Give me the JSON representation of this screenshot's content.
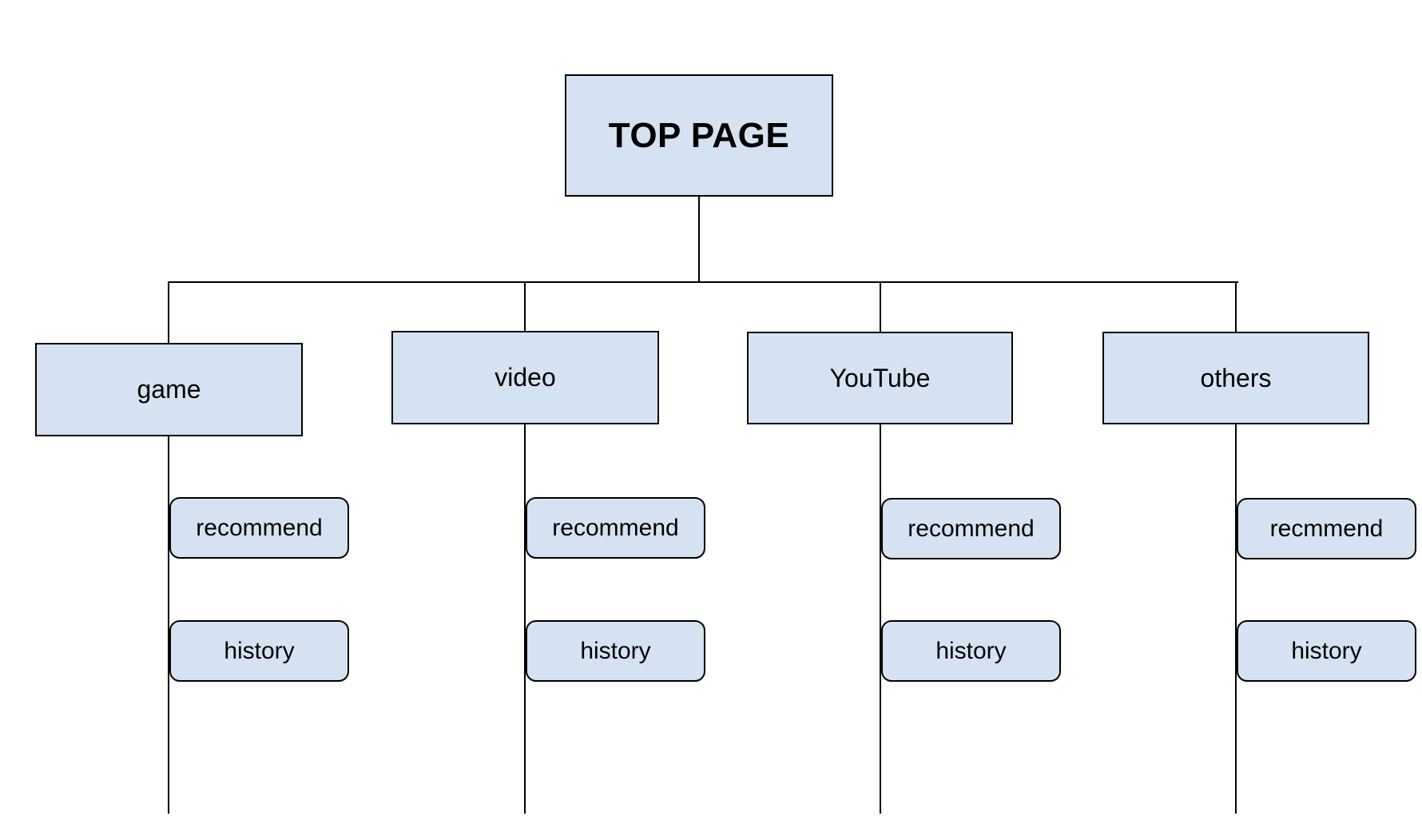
{
  "colors": {
    "node_fill": "#d5e2f1",
    "node_border": "#000000",
    "connector": "#000000",
    "canvas_background": "#ffffff",
    "text": "#000000"
  },
  "tree": {
    "root": {
      "label": "TOP PAGE"
    },
    "branches": [
      {
        "label": "game",
        "children": [
          {
            "label": "recommend"
          },
          {
            "label": "history"
          }
        ]
      },
      {
        "label": "video",
        "children": [
          {
            "label": "recommend"
          },
          {
            "label": "history"
          }
        ]
      },
      {
        "label": "YouTube",
        "children": [
          {
            "label": "recommend"
          },
          {
            "label": "history"
          }
        ]
      },
      {
        "label": "others",
        "children": [
          {
            "label": "recmmend"
          },
          {
            "label": "history"
          }
        ]
      }
    ]
  }
}
